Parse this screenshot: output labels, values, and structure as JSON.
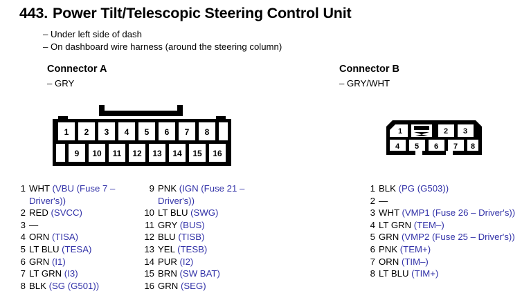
{
  "header": {
    "number": "443.",
    "title": "Power Tilt/Telescopic Steering Control Unit",
    "notes": [
      "Under left side of dash",
      "On dashboard wire harness (around the steering column)"
    ],
    "dash": "–"
  },
  "colors": {
    "signal_blue": "#3232a8",
    "text_black": "#000000",
    "background": "#ffffff"
  },
  "connector_a": {
    "heading": "Connector A",
    "subheading": "– GRY",
    "pin_count": 16,
    "top_row_numbers": [
      "1",
      "2",
      "3",
      "4",
      "5",
      "6",
      "7",
      "8"
    ],
    "bottom_row_numbers": [
      "9",
      "10",
      "11",
      "12",
      "13",
      "14",
      "15",
      "16"
    ],
    "latch_icon": "top-center-latch-tab",
    "pins": [
      {
        "num": "1",
        "color": "WHT",
        "signal": "(VBU (Fuse 7 – Driver's))"
      },
      {
        "num": "2",
        "color": "RED",
        "signal": "(SVCC)"
      },
      {
        "num": "3",
        "color": "—",
        "signal": ""
      },
      {
        "num": "4",
        "color": "ORN",
        "signal": "(TISA)"
      },
      {
        "num": "5",
        "color": "LT BLU",
        "signal": "(TESA)"
      },
      {
        "num": "6",
        "color": "GRN",
        "signal": "(I1)"
      },
      {
        "num": "7",
        "color": "LT GRN",
        "signal": "(I3)"
      },
      {
        "num": "8",
        "color": "BLK",
        "signal": "(SG (G501))"
      },
      {
        "num": "9",
        "color": "PNK",
        "signal": "(IGN (Fuse 21 – Driver's))"
      },
      {
        "num": "10",
        "color": "LT BLU",
        "signal": "(SWG)"
      },
      {
        "num": "11",
        "color": "GRY",
        "signal": "(BUS)"
      },
      {
        "num": "12",
        "color": "BLU",
        "signal": "(TISB)"
      },
      {
        "num": "13",
        "color": "YEL",
        "signal": "(TESB)"
      },
      {
        "num": "14",
        "color": "PUR",
        "signal": "(I2)"
      },
      {
        "num": "15",
        "color": "BRN",
        "signal": "(SW BAT)"
      },
      {
        "num": "16",
        "color": "GRN",
        "signal": "(SEG)"
      }
    ]
  },
  "connector_b": {
    "heading": "Connector B",
    "subheading": "– GRY/WHT",
    "pin_count": 8,
    "top_row_numbers": [
      "1",
      "2",
      "3"
    ],
    "bottom_row_numbers": [
      "4",
      "5",
      "6",
      "7",
      "8"
    ],
    "latch_icon": "top-center-latch-glyph",
    "pins": [
      {
        "num": "1",
        "color": "BLK",
        "signal": "(PG (G503))"
      },
      {
        "num": "2",
        "color": "—",
        "signal": ""
      },
      {
        "num": "3",
        "color": "WHT",
        "signal": "(VMP1 (Fuse 26 – Driver's))"
      },
      {
        "num": "4",
        "color": "LT GRN",
        "signal": "(TEM–)"
      },
      {
        "num": "5",
        "color": "GRN",
        "signal": "(VMP2 (Fuse 25 – Driver's))"
      },
      {
        "num": "6",
        "color": "PNK",
        "signal": "(TEM+)"
      },
      {
        "num": "7",
        "color": "ORN",
        "signal": "(TIM–)"
      },
      {
        "num": "8",
        "color": "LT BLU",
        "signal": "(TIM+)"
      }
    ]
  }
}
